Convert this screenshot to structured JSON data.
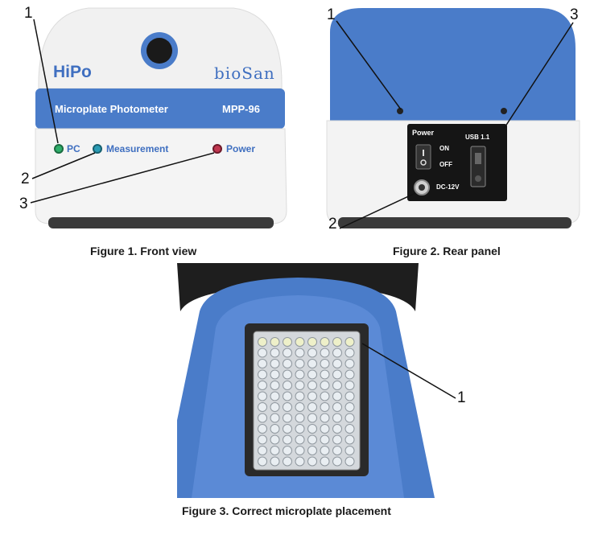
{
  "figure1": {
    "caption": "Figure 1. Front view",
    "logo_left": "HiPo",
    "logo_right": "bioSan",
    "band_title": "Microplate Photometer",
    "band_model": "MPP-96",
    "indicators": [
      "PC",
      "Measurement",
      "Power"
    ],
    "callouts": [
      "1",
      "2",
      "3"
    ]
  },
  "figure2": {
    "caption": "Figure 2. Rear panel",
    "power_label": "Power",
    "on_label": "ON",
    "off_label": "OFF",
    "usb_label": "USB 1.1",
    "dc_label": "DC-12V",
    "callouts": [
      "1",
      "2",
      "3"
    ]
  },
  "figure3": {
    "caption": "Figure 3. Correct microplate placement",
    "callout": "1"
  },
  "colors": {
    "device_blue": "#4a7cc9",
    "device_white": "#f2f2f2",
    "led_green": "#2fae6a",
    "led_teal": "#2a9bb4",
    "led_red": "#c0364f"
  }
}
